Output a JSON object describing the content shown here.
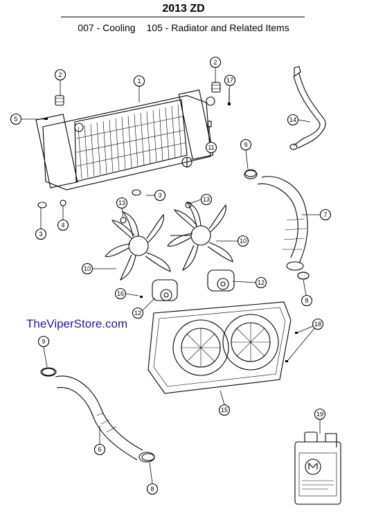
{
  "header": {
    "title": "2013 ZD",
    "group": "007 - Cooling",
    "section": "105 - Radiator and Related Items"
  },
  "watermark": "TheViperStore.com",
  "colors": {
    "watermark": "#1a1ab0",
    "line": "#000000"
  },
  "callouts": [
    {
      "id": "c1",
      "label": "1"
    },
    {
      "id": "c2a",
      "label": "2"
    },
    {
      "id": "c2b",
      "label": "2"
    },
    {
      "id": "c3a",
      "label": "3"
    },
    {
      "id": "c3b",
      "label": "3"
    },
    {
      "id": "c4",
      "label": "4"
    },
    {
      "id": "c5",
      "label": "5"
    },
    {
      "id": "c6",
      "label": "6"
    },
    {
      "id": "c7",
      "label": "7"
    },
    {
      "id": "c8a",
      "label": "8"
    },
    {
      "id": "c8b",
      "label": "8"
    },
    {
      "id": "c9a",
      "label": "9"
    },
    {
      "id": "c9b",
      "label": "9"
    },
    {
      "id": "c10a",
      "label": "10"
    },
    {
      "id": "c10b",
      "label": "10"
    },
    {
      "id": "c11",
      "label": "11"
    },
    {
      "id": "c12a",
      "label": "12"
    },
    {
      "id": "c12b",
      "label": "12"
    },
    {
      "id": "c13a",
      "label": "13"
    },
    {
      "id": "c13b",
      "label": "13"
    },
    {
      "id": "c14",
      "label": "14"
    },
    {
      "id": "c15",
      "label": "15"
    },
    {
      "id": "c16",
      "label": "16"
    },
    {
      "id": "c17",
      "label": "17"
    },
    {
      "id": "c18",
      "label": "18"
    },
    {
      "id": "c19",
      "label": "19"
    }
  ]
}
